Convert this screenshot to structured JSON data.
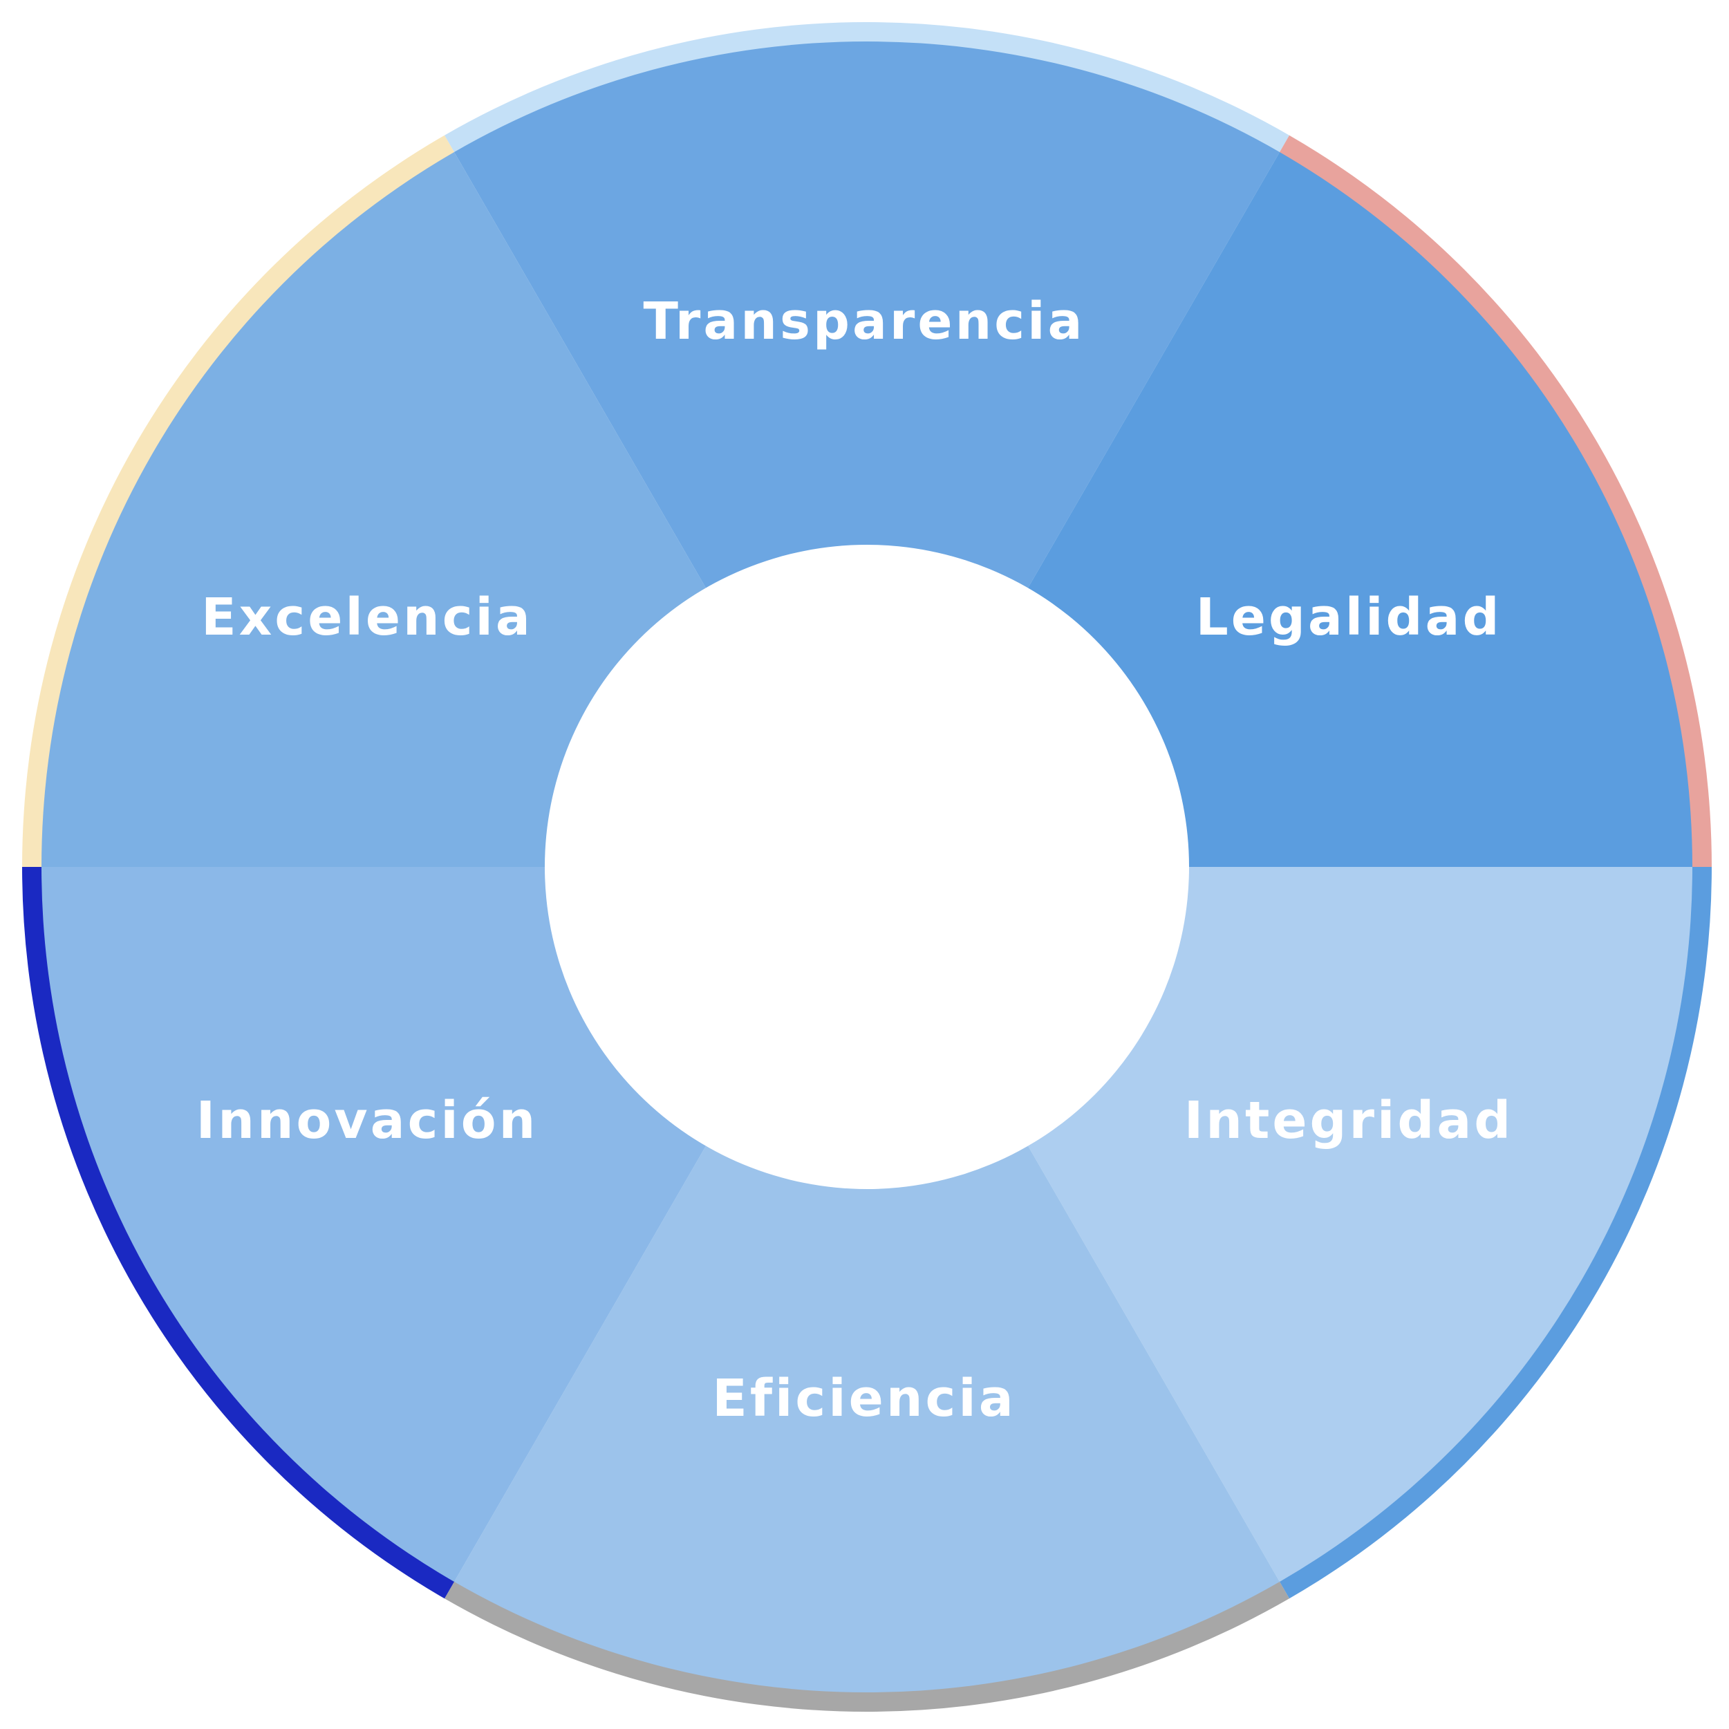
{
  "wheel": {
    "segments": [
      {
        "label": "Transparencia",
        "fill": "#6ca6e2",
        "rim": "#c4e0f7"
      },
      {
        "label": "Legalidad",
        "fill": "#5b9ddf",
        "rim": "#e8a39d"
      },
      {
        "label": "Integridad",
        "fill": "#adcef0",
        "rim": "#5b9ddf"
      },
      {
        "label": "Eficiencia",
        "fill": "#9cc3eb",
        "rim": "#a7a7a7"
      },
      {
        "label": "Innovación",
        "fill": "#8bb8e8",
        "rim": "#1a29c2"
      },
      {
        "label": "Excelencia",
        "fill": "#7cb0e4",
        "rim": "#f8e6bb"
      }
    ]
  }
}
